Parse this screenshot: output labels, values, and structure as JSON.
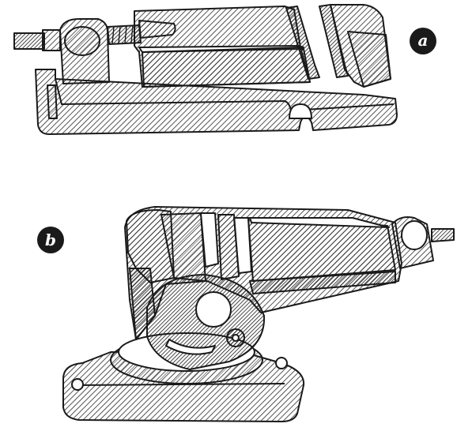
{
  "figure": {
    "labels": {
      "a": "a",
      "b": "b"
    },
    "illustrations": [
      {
        "id": "a",
        "subject": "plain-machine-vise-icon"
      },
      {
        "id": "b",
        "subject": "swivel-tilting-machine-vise-icon"
      }
    ],
    "colors": {
      "ink": "#1a1a1a",
      "paper": "#ffffff",
      "hatch": "#2a2a2a"
    }
  }
}
